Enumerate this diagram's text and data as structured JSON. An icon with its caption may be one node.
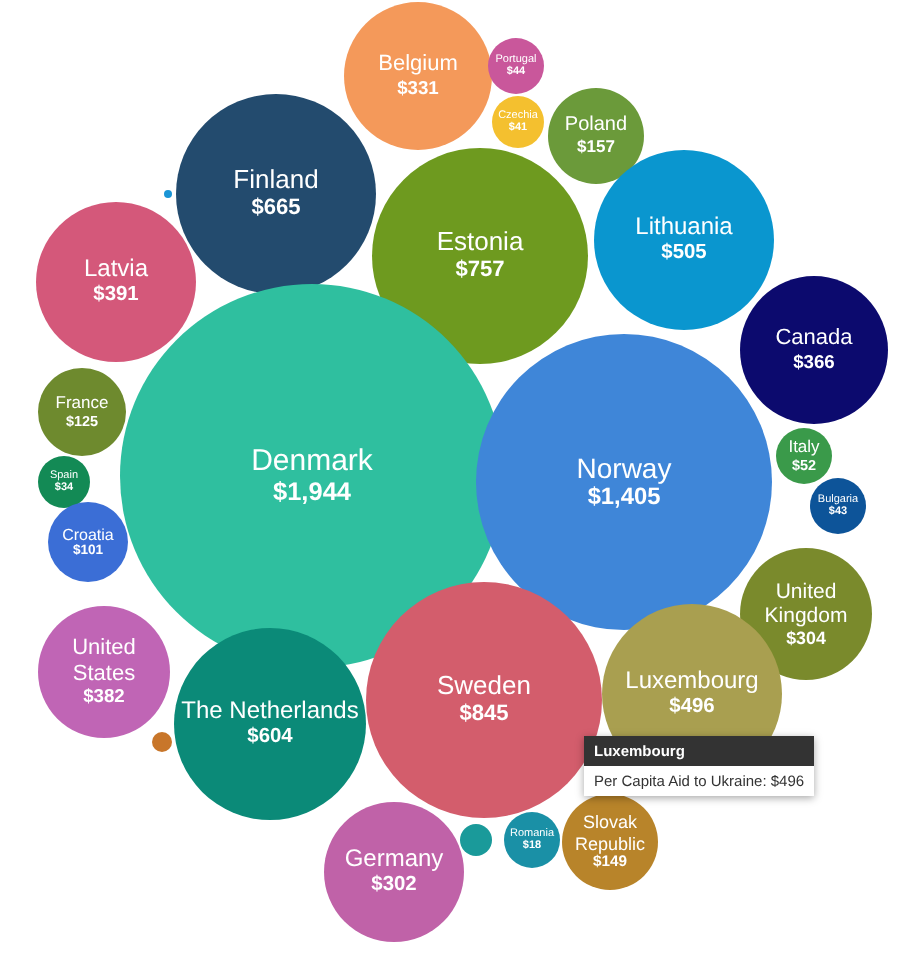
{
  "diagram": {
    "nodes": [
      {
        "text": [
          "Belgium",
          "$331"
        ]
      },
      {
        "text": [
          "Portugal",
          "$44"
        ]
      },
      {
        "text": [
          "Czechia",
          "$41"
        ]
      },
      {
        "text": [
          "Poland",
          "$157"
        ]
      },
      {
        "text": [
          "Finland",
          "$665"
        ]
      },
      {
        "text": [],
        "shape": "circle"
      },
      {
        "text": [
          "Estonia",
          "$757"
        ]
      },
      {
        "text": [
          "Lithuania",
          "$505"
        ]
      },
      {
        "text": [
          "Latvia",
          "$391"
        ]
      },
      {
        "text": [
          "Canada",
          "$366"
        ]
      },
      {
        "text": [
          "France",
          "$125"
        ]
      },
      {
        "text": [
          "Spain",
          "$34"
        ]
      },
      {
        "text": [
          "Denmark",
          "$1,944"
        ]
      },
      {
        "text": [
          "Norway",
          "$1,405"
        ]
      },
      {
        "text": [
          "Italy",
          "$52"
        ]
      },
      {
        "text": [
          "Bulgaria",
          "$43"
        ]
      },
      {
        "text": [
          "Croatia",
          "$101"
        ]
      },
      {
        "text": [
          "United Kingdom",
          "$304"
        ]
      },
      {
        "text": [
          "United States",
          "$382"
        ]
      },
      {
        "text": [
          "Sweden",
          "$845"
        ]
      },
      {
        "text": [
          "Luxembourg",
          "$496"
        ]
      },
      {
        "text": [],
        "shape": "circle"
      },
      {
        "text": [
          "The Netherlands",
          "$604"
        ]
      },
      {
        "text": [
          "Luxembourg",
          "Per Capita Aid to Ukraine: $496"
        ]
      },
      {
        "text": [
          "Slovak Republic",
          "$149"
        ]
      },
      {
        "text": [],
        "shape": "circle"
      },
      {
        "text": [
          "Romania",
          "$18"
        ]
      },
      {
        "text": [
          "Germany",
          "$302"
        ]
      }
    ],
    "edges": []
  }
}
